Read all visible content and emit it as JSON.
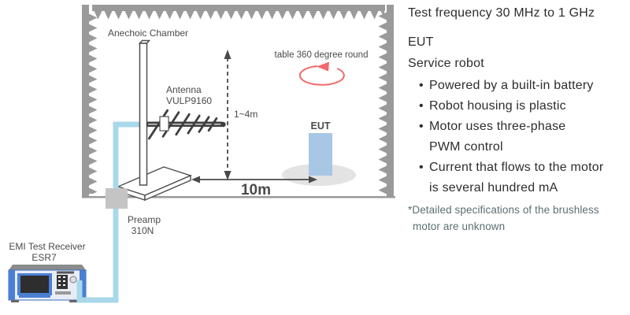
{
  "diagram": {
    "chamber_label": "Anechoic Chamber",
    "antenna": {
      "line1": "Antenna",
      "line2": "VULP9160"
    },
    "height_label": "1~4m",
    "distance_label": "10m",
    "turntable_label": "table 360 degree round",
    "eut_label": "EUT",
    "preamp": {
      "line1": "Preamp",
      "line2": "310N"
    },
    "receiver": {
      "line1": "EMI Test Receiver",
      "line2": "ESR7"
    },
    "colors": {
      "wall": "#9a9a9a",
      "outline": "#4f4f4f",
      "cable": "#a8d8ea",
      "eut_fill": "#a7c7e5",
      "turntable": "#e3e3e3",
      "preamp_fill": "#c4c4c4",
      "distance_green": "#86c48a",
      "rotation_red": "#f2696b"
    }
  },
  "info_panel": {
    "title": "Test frequency 30 MHz to 1 GHz",
    "eut_heading": "EUT",
    "eut_type": "Service robot",
    "bullet_char": "•",
    "bullets": [
      [
        "Powered by a built-in battery"
      ],
      [
        "Robot housing is plastic"
      ],
      [
        "Motor uses three-phase",
        "PWM control"
      ],
      [
        "Current that flows to the motor",
        "is several hundred mA"
      ]
    ],
    "footnote": [
      "*Detailed specifications of the brushless",
      "motor are unknown"
    ]
  }
}
